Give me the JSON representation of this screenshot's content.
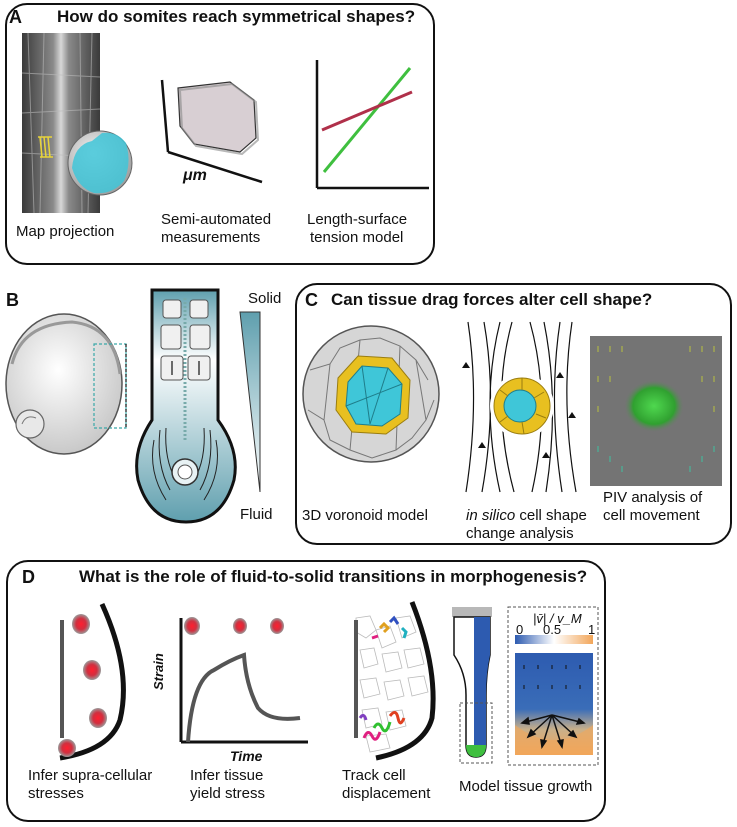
{
  "panel_a": {
    "letter": "A",
    "title": "How do somites reach symmetrical shapes?",
    "captions": {
      "map": "Map projection",
      "semi_1": "Semi-automated",
      "semi_2": "measurements",
      "length_1": "Length-surface",
      "length_2": "tension model"
    },
    "axis_unit": "μm"
  },
  "panel_b": {
    "letter": "B",
    "gradient_top": "Solid",
    "gradient_bottom": "Fluid"
  },
  "panel_c": {
    "letter": "C",
    "title": "Can tissue drag forces alter cell shape?",
    "captions": {
      "voronoid": "3D voronoid model",
      "insilico_italic": "in silico",
      "insilico_rest": " cell shape",
      "insilico_2": "change analysis",
      "piv_1": "PIV analysis of",
      "piv_2": "cell movement"
    }
  },
  "panel_d": {
    "letter": "D",
    "title": "What is the role of fluid-to-solid transitions in morphogenesis?",
    "captions": {
      "infer_1": "Infer supra-cellular",
      "infer_2": "stresses",
      "yield_1": "Infer tissue",
      "yield_2": "yield stress",
      "track_1": "Track cell",
      "track_2": "displacement",
      "model": "Model tissue growth"
    },
    "strain_label": "Strain",
    "time_label": "Time",
    "colorbar_label": "|v̄| / v_M",
    "colorbar_ticks": [
      "0",
      "0.5",
      "1"
    ]
  },
  "colors": {
    "cyan": "#3fc6d8",
    "yellow": "#e8c020",
    "green_line": "#3fbf3f",
    "red_line": "#b0304a",
    "blue_tissue": "#2d5bb0",
    "orange": "#f2a65a",
    "gradient_teal": "#5f9fae"
  }
}
